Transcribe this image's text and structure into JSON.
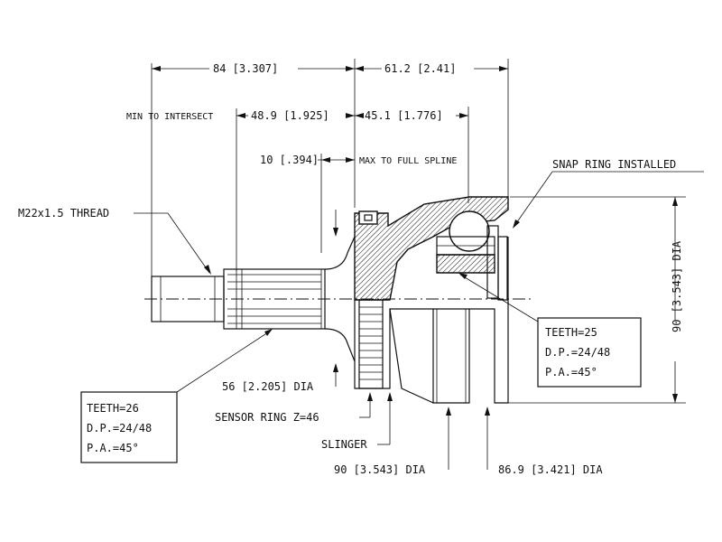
{
  "dimensions": {
    "overall_left": "84 [3.307]",
    "overall_right": "61.2 [2.41]",
    "min_intersect_label": "MIN TO INTERSECT",
    "min_intersect_left": "48.9 [1.925]",
    "min_intersect_right": "45.1 [1.776]",
    "spline_dim": "10 [.394]",
    "spline_label": "MAX TO FULL SPLINE",
    "thread": "M22x1.5 THREAD",
    "snap_ring": "SNAP RING INSTALLED",
    "outer_dia": "90 [3.543] DIA",
    "shaft_dia": "56 [2.205] DIA",
    "sensor_ring": "SENSOR RING Z=46",
    "slinger": "SLINGER",
    "housing_dia": "90 [3.543] DIA",
    "bell_dia": "86.9 [3.421] DIA"
  },
  "left_spline_box": {
    "teeth": "TEETH=26",
    "dp": "D.P.=24/48",
    "pa": "P.A.=45°"
  },
  "right_spline_box": {
    "teeth": "TEETH=25",
    "dp": "D.P.=24/48",
    "pa": "P.A.=45°"
  }
}
